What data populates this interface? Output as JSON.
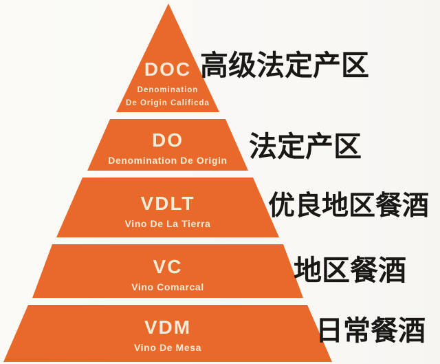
{
  "tiers": [
    {
      "code": "DOC",
      "subtitle": "Denomination\nDe Origin Calificda",
      "annotation": "高级法定产区"
    },
    {
      "code": "DO",
      "subtitle": "Denomination De Origin",
      "annotation": "法定产区"
    },
    {
      "code": "VDLT",
      "subtitle": "Vino De La Tierra",
      "annotation": "优良地区餐酒"
    },
    {
      "code": "VC",
      "subtitle": "Vino Comarcal",
      "annotation": "地区餐酒"
    },
    {
      "code": "VDM",
      "subtitle": "Vino De Mesa",
      "annotation": "日常餐酒"
    }
  ],
  "colors": {
    "tier_fill": "#E9692B",
    "tier_text": "#F5ECD8",
    "annotation_text": "#1A1715",
    "background": "#F9F8F5"
  }
}
